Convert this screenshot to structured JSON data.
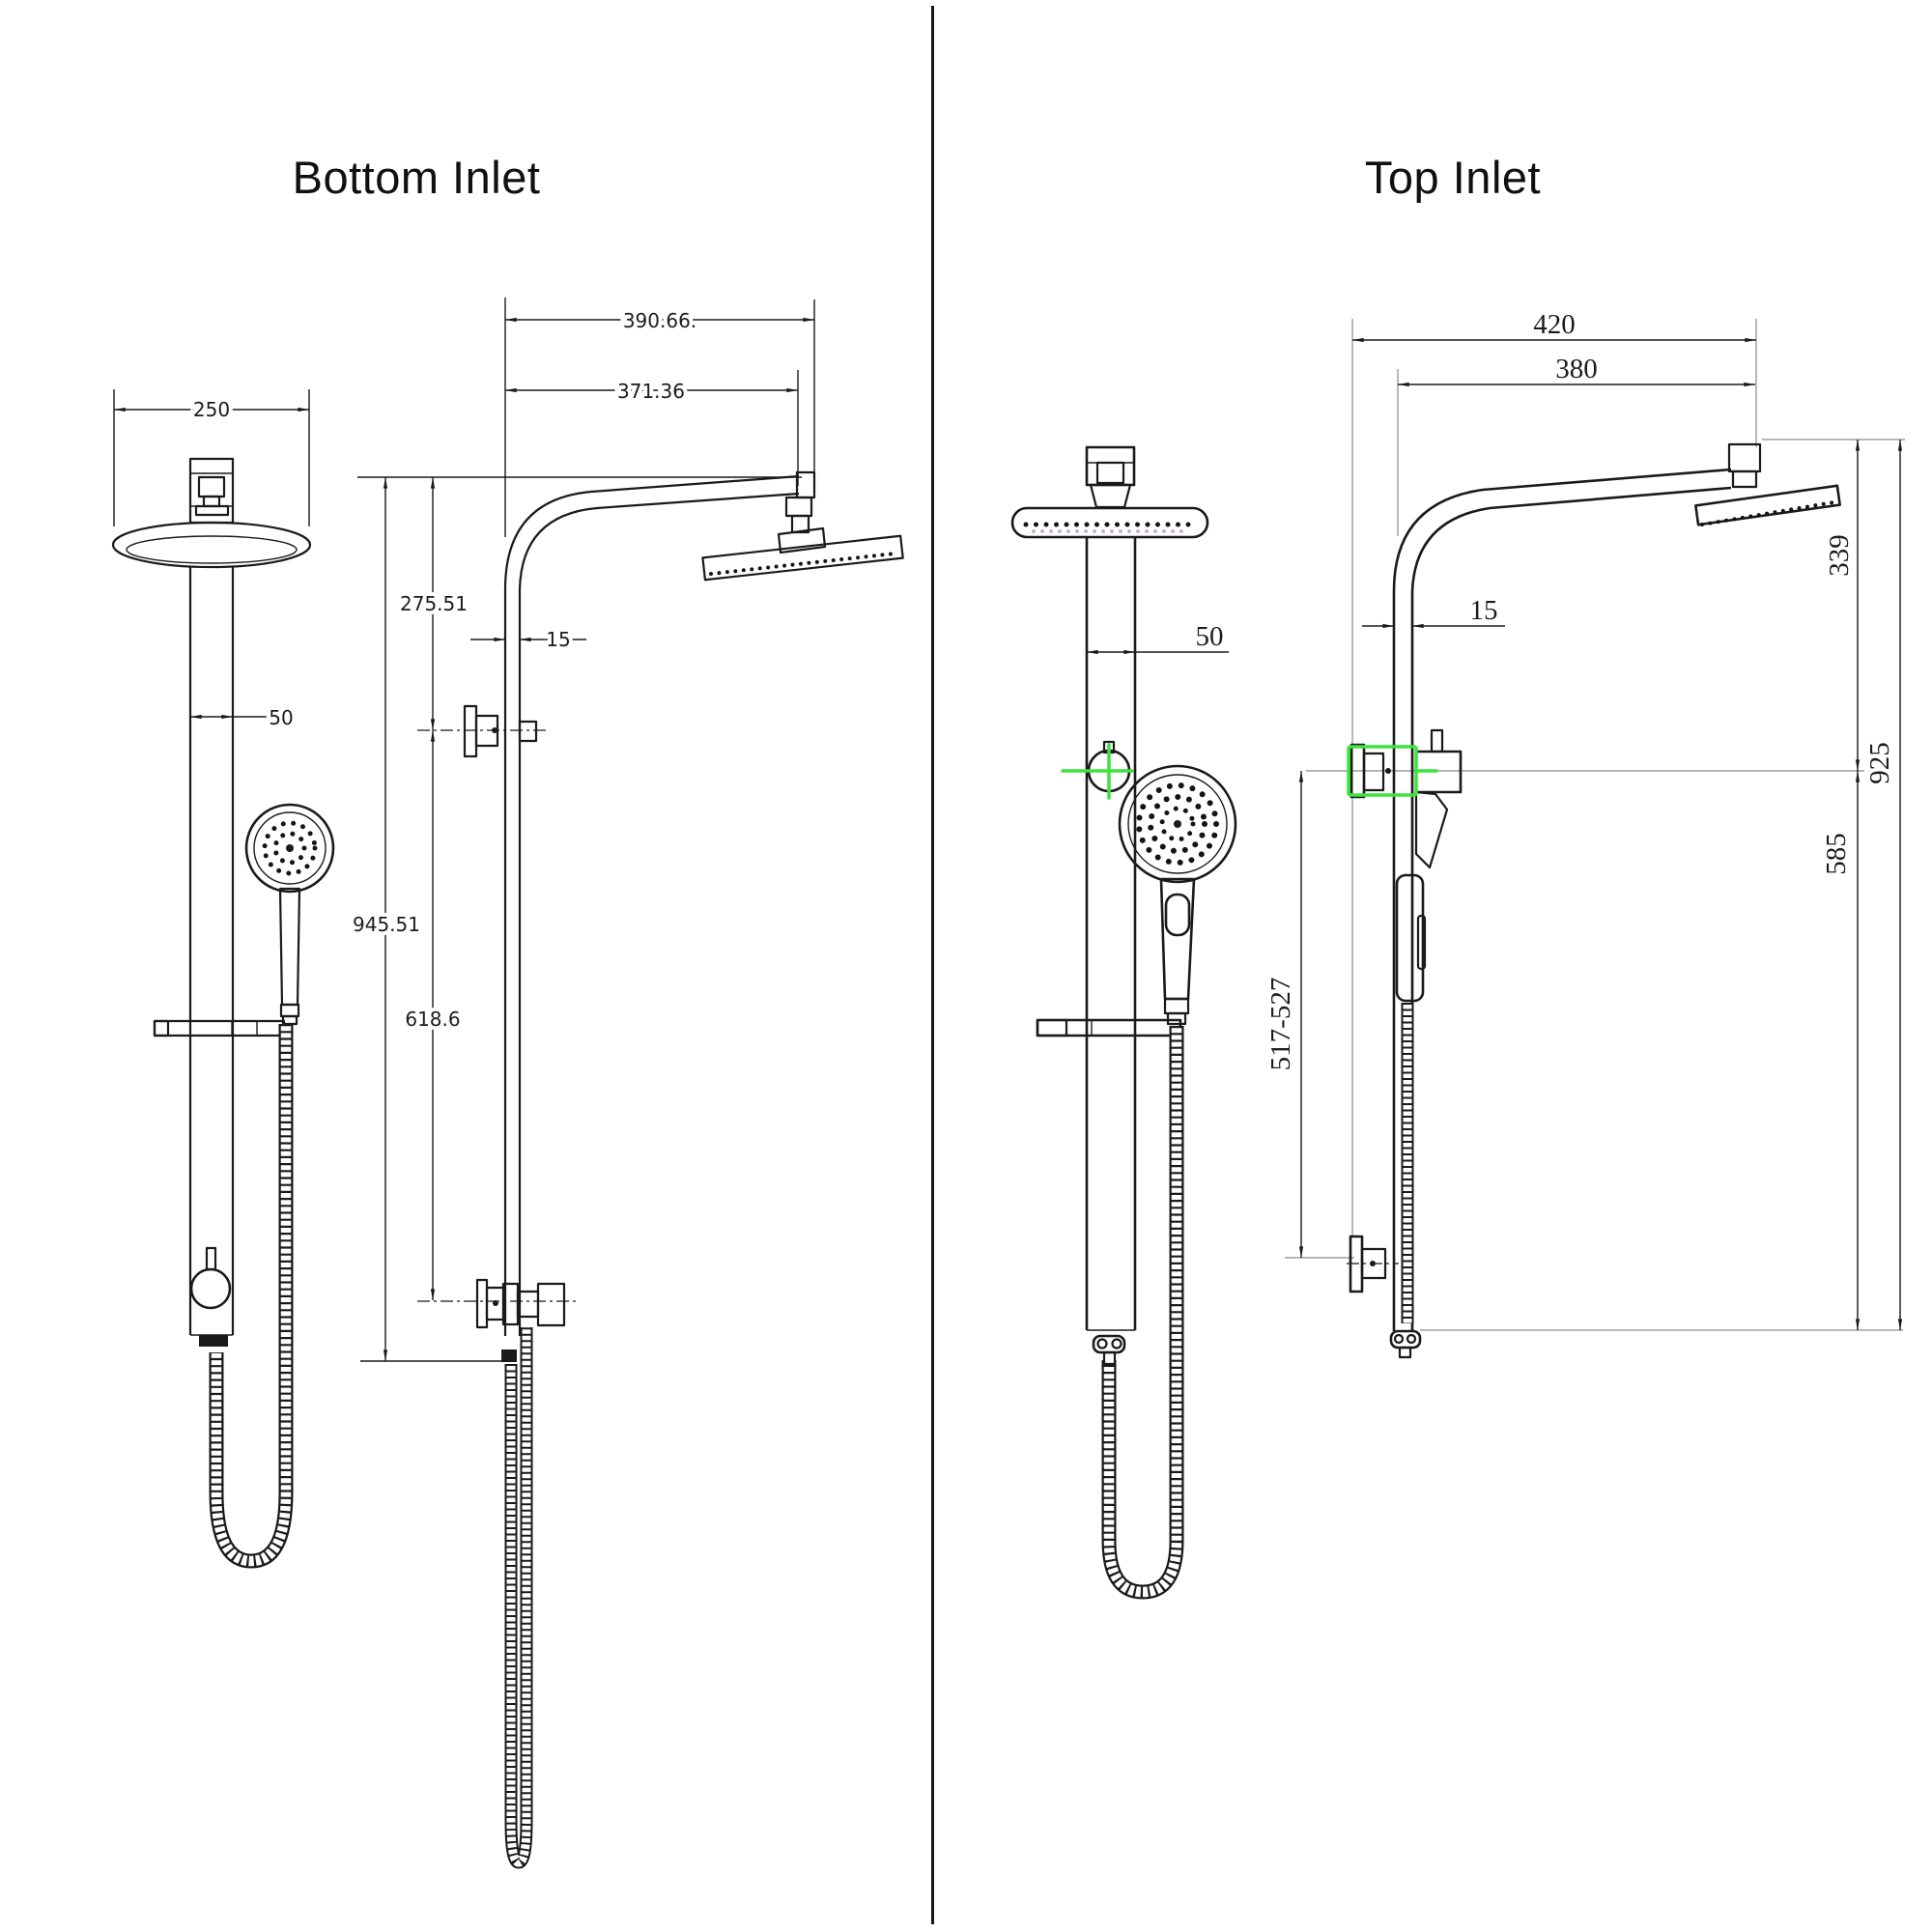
{
  "colors": {
    "line": "#1a1a1a",
    "accent_green": "#3ce43c",
    "extension_gray": "#8b8b8b",
    "nozzle_purple": "#9a6bbf",
    "background": "#ffffff"
  },
  "left_panel": {
    "title": "Bottom Inlet",
    "dims": {
      "head_diameter": "250",
      "rail_offset": "50",
      "arm_reach_outer": "390.66.",
      "arm_reach_inner": "371.36",
      "top_to_bracket": "275.51",
      "pipe_width": "15",
      "overall_height": "945.51",
      "bracket_to_inlet": "618.6"
    }
  },
  "right_panel": {
    "title": "Top Inlet",
    "dims": {
      "arm_reach_outer": "420",
      "arm_reach_inner": "380",
      "rail_offset": "50",
      "pipe_width": "15",
      "head_drop": "339",
      "overall_height": "925",
      "inlet_to_bottom": "585",
      "bracket_range": "517-527"
    }
  }
}
